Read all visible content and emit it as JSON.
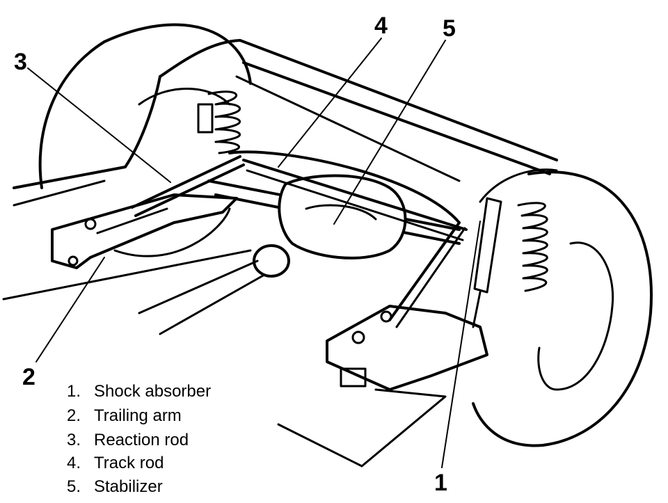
{
  "callouts": [
    {
      "number": "1"
    },
    {
      "number": "2"
    },
    {
      "number": "3"
    },
    {
      "number": "4"
    },
    {
      "number": "5"
    }
  ],
  "legend": [
    {
      "number": "1.",
      "label": "Shock absorber"
    },
    {
      "number": "2.",
      "label": "Trailing arm"
    },
    {
      "number": "3.",
      "label": "Reaction rod"
    },
    {
      "number": "4.",
      "label": "Track rod"
    },
    {
      "number": "5.",
      "label": "Stabilizer"
    }
  ]
}
